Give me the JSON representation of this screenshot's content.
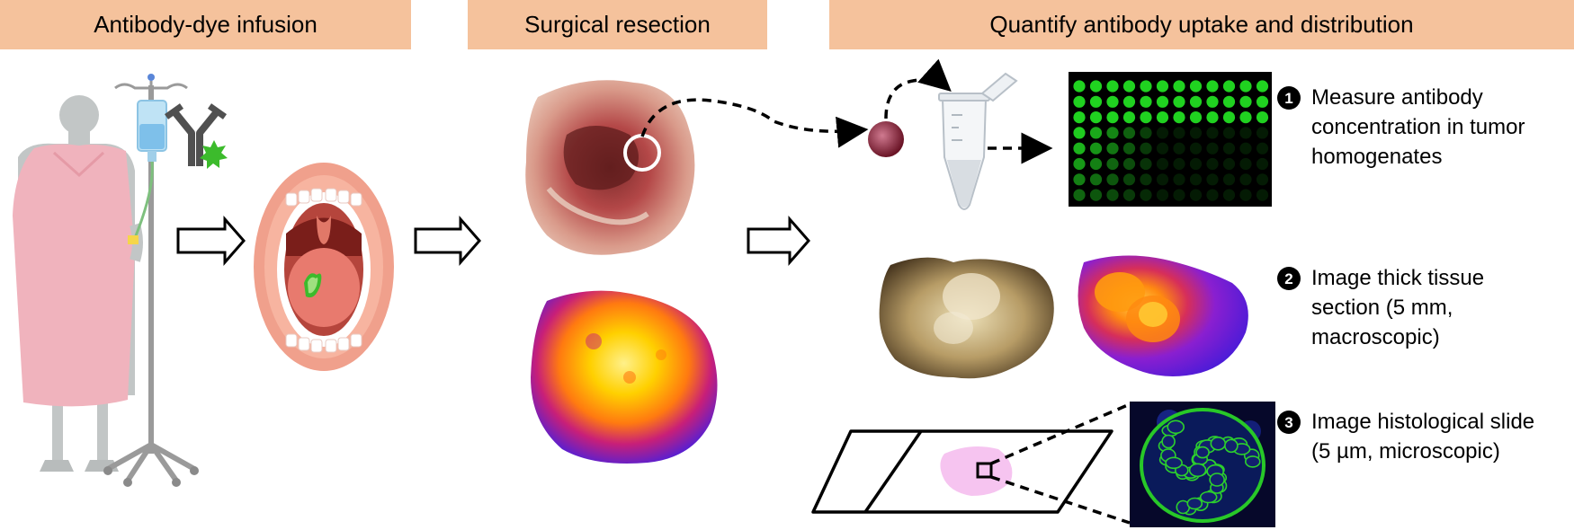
{
  "headers": {
    "infusion": "Antibody-dye infusion",
    "resection": "Surgical resection",
    "quantify": "Quantify antibody uptake and distribution"
  },
  "steps": [
    {
      "number": "1",
      "text": "Measure antibody\nconcentration in tumor\nhomogenates"
    },
    {
      "number": "2",
      "text": "Image thick tissue\nsection (5 mm,\nmacroscopic)"
    },
    {
      "number": "3",
      "text": "Image histological slide\n(5 µm, microscopic)"
    }
  ],
  "colors": {
    "header_bg": "#f5c29c",
    "fluorescence_green": "#22dd22",
    "heatmap_hot": "#ffd000",
    "heatmap_cold": "#5a1fd0"
  },
  "icons": [
    "patient-figure",
    "iv-stand",
    "antibody-icon",
    "dye-star",
    "open-mouth",
    "right-arrow",
    "microtube",
    "well-plate"
  ]
}
